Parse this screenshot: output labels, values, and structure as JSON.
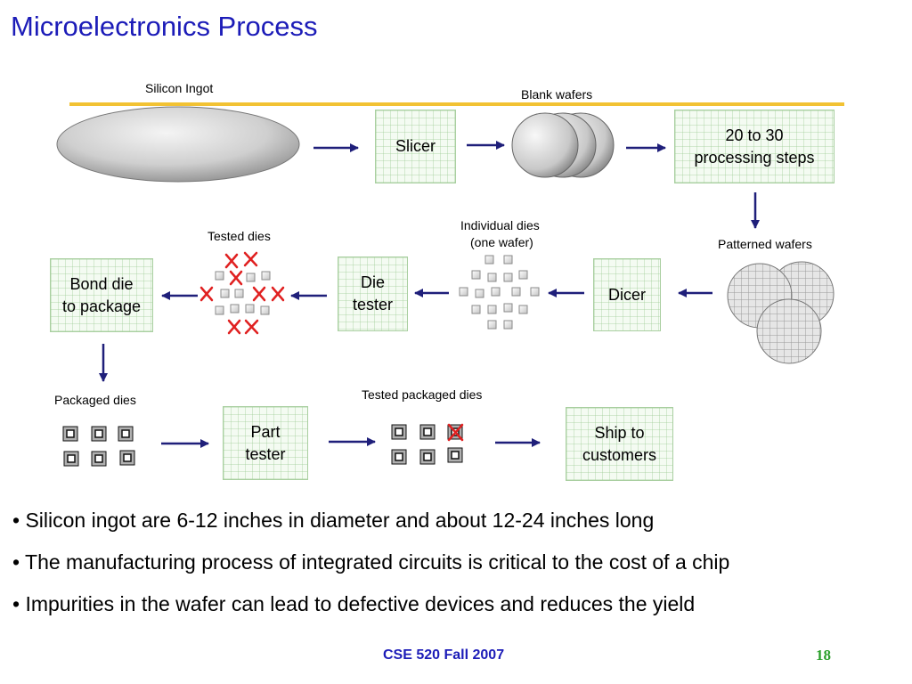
{
  "title": "Microelectronics Process",
  "labels": {
    "silicon_ingot": "Silicon Ingot",
    "blank_wafers": "Blank wafers",
    "patterned_wafers": "Patterned wafers",
    "individual_dies_line1": "Individual dies",
    "individual_dies_line2": "(one wafer)",
    "tested_dies": "Tested dies",
    "packaged_dies": "Packaged dies",
    "tested_packaged_dies": "Tested packaged dies"
  },
  "boxes": {
    "slicer": "Slicer",
    "processing": "20 to 30\nprocessing steps",
    "dicer": "Dicer",
    "die_tester": "Die\ntester",
    "bond_die": "Bond die\nto package",
    "part_tester": "Part\ntester",
    "ship": "Ship to\ncustomers"
  },
  "bullets": [
    "• Silicon ingot are 6-12 inches in diameter and about 12-24 inches long",
    "• The manufacturing process of integrated circuits is critical to the cost of a chip",
    "• Impurities in the wafer can lead to defective devices and reduces the yield"
  ],
  "footer": {
    "course": "CSE 520 Fall 2007",
    "page": "18"
  },
  "colors": {
    "title": "#1c1cb8",
    "arrow": "#1f1f7a",
    "reject_mark": "#e02020",
    "accent_line": "#f2c233",
    "page_number": "#2ca02c"
  }
}
